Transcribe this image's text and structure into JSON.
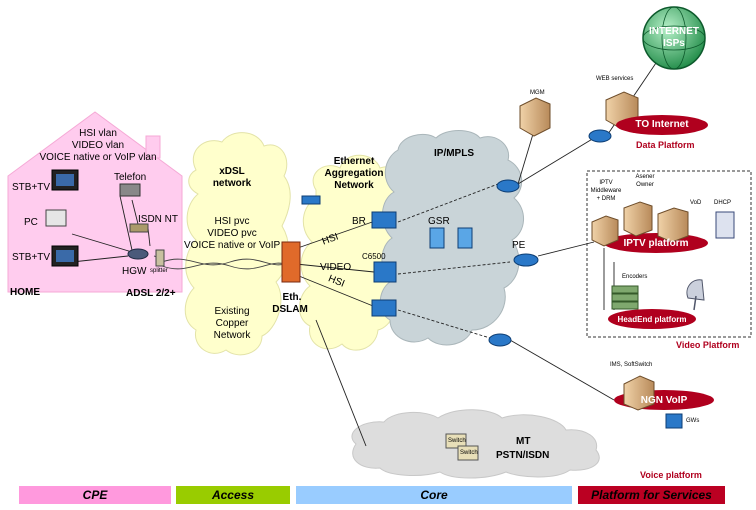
{
  "home": {
    "vlan_lines": [
      "HSI vlan",
      "VIDEO vlan",
      "VOICE native or VoIP vlan"
    ],
    "stb1": "STB+TV",
    "pc": "PC",
    "stb2": "STB+TV",
    "telefon": "Telefon",
    "isdn_nt": "ISDN NT",
    "hgw": "HGW",
    "splitter": "splitter",
    "home_label": "HOME",
    "adsl": "ADSL 2/2+"
  },
  "access": {
    "xdsl_title": [
      "xDSL",
      "network"
    ],
    "pvc_lines": [
      "HSI pvc",
      "VIDEO pvc",
      "VOICE native or VoIP"
    ],
    "existing": [
      "Existing",
      "Copper",
      "Network"
    ],
    "dslam": [
      "Eth.",
      "DSLAM"
    ]
  },
  "aggregation": {
    "title": [
      "Ethernet",
      "Aggregation",
      "Network"
    ],
    "br": "BR",
    "c6500": "C6500",
    "hsi_upper": "HSI",
    "video": "VIDEO",
    "hsi_lower": "HSI"
  },
  "core": {
    "ipmpls": "IP/MPLS",
    "gsr": "GSR",
    "pe": "PE",
    "mt": "MT",
    "pstn": "PSTN/ISDN",
    "switch1": "Switch",
    "switch2": "Switch"
  },
  "services": {
    "internet": [
      "INTERNET",
      "ISPs"
    ],
    "web_services": "WEB services",
    "mgm": "MGM",
    "to_internet": "TO Internet",
    "data_platform": "Data Platform",
    "iptv_middleware": [
      "IPTV",
      "Middleware",
      "+ DRM"
    ],
    "asset_owner": [
      "Asener",
      "Owner"
    ],
    "vod": "VoD",
    "dhcp": "DHCP",
    "iptv_platform": "IPTV platform",
    "encoders": "Encoders",
    "headend": "HeadEnd platform",
    "video_platform": "Video Platform",
    "ims": "IMS, SoftSwitch",
    "ngn_voip": "NGN VoIP",
    "gws": "GWs",
    "voice_platform": "Voice platform"
  },
  "bands": {
    "cpe": "CPE",
    "access": "Access",
    "core": "Core",
    "platform": "Platform for Services"
  },
  "colors": {
    "home_fill": "#ffccee",
    "access_cloud": "#ffffcc",
    "core_cloud": "#c9d4d8",
    "pstn_cloud": "#dddddd",
    "band_cpe": "#ff99dd",
    "band_access": "#99cc00",
    "band_core": "#99ccff",
    "band_platform": "#bb0022",
    "platform_red": "#b0001e",
    "router_blue": "#2a78c8"
  }
}
